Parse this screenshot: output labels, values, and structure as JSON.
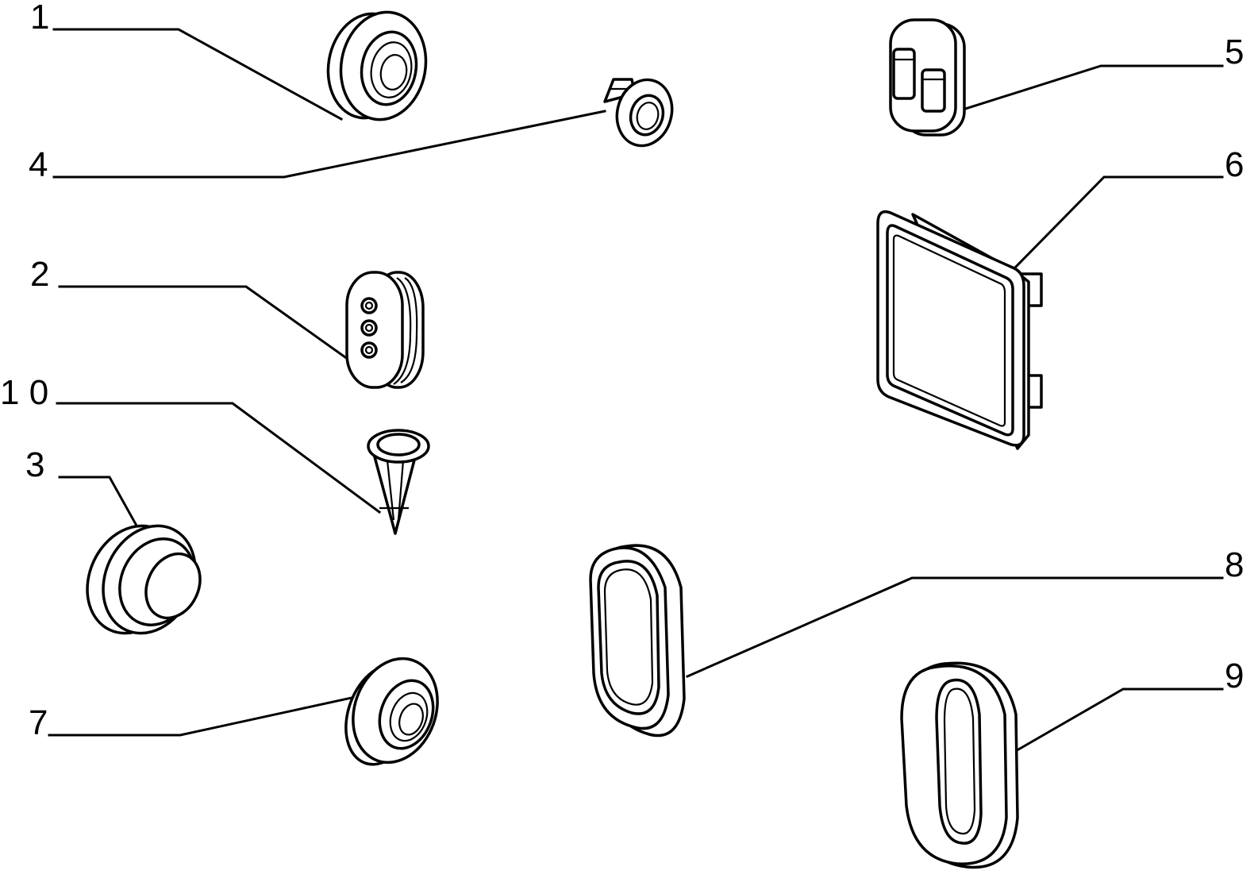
{
  "diagram": {
    "callouts": [
      {
        "id": "1",
        "label": "1"
      },
      {
        "id": "4",
        "label": "4"
      },
      {
        "id": "2",
        "label": "2"
      },
      {
        "id": "10",
        "label": "1 0"
      },
      {
        "id": "3",
        "label": "3"
      },
      {
        "id": "7",
        "label": "7"
      },
      {
        "id": "5",
        "label": "5"
      },
      {
        "id": "6",
        "label": "6"
      },
      {
        "id": "8",
        "label": "8"
      },
      {
        "id": "9",
        "label": "9"
      }
    ]
  }
}
